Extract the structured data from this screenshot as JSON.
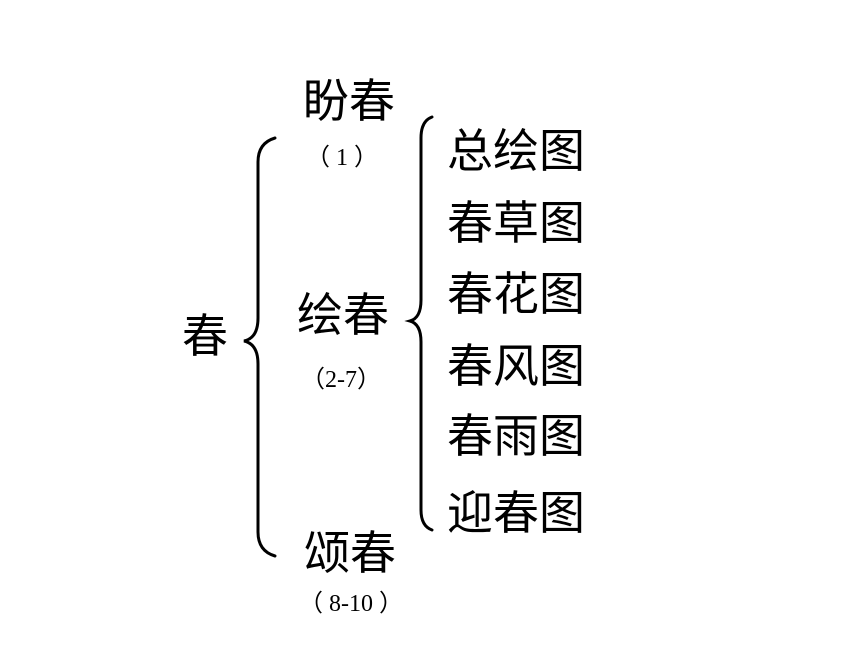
{
  "root": {
    "label": "春"
  },
  "branches": [
    {
      "title": "盼春",
      "pages": "（ 1 ）"
    },
    {
      "title": "绘春",
      "pages": "（2-7）"
    },
    {
      "title": "颂春",
      "pages": "（ 8-10 ）"
    }
  ],
  "leaves": [
    "总绘图",
    "春草图",
    "春花图",
    "春风图",
    "春雨图",
    "迎春图"
  ]
}
